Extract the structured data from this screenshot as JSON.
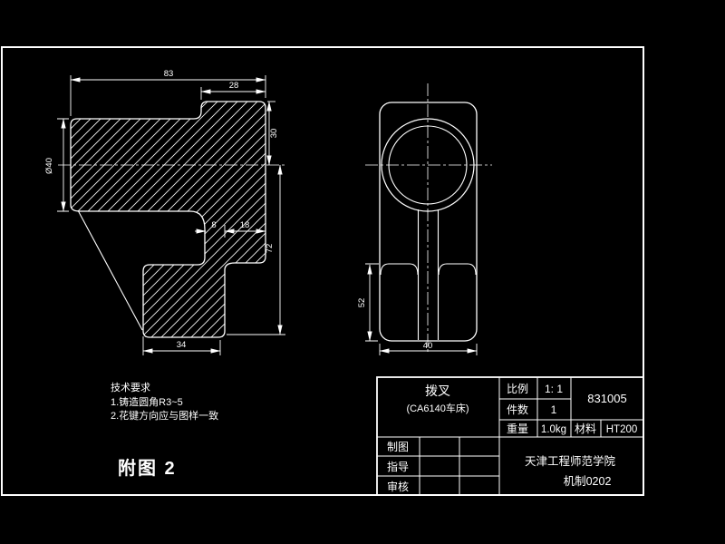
{
  "title_block": {
    "part_name": "拨叉",
    "part_model": "(CA6140车床)",
    "scale_label": "比例",
    "scale_value": "1: 1",
    "quantity_label": "件数",
    "quantity_value": "1",
    "weight_label": "重量",
    "weight_value": "1.0kg",
    "material_label": "材料",
    "material_value": "HT200",
    "drawing_number": "831005",
    "drafter_label": "制图",
    "advisor_label": "指导",
    "reviewer_label": "审核",
    "institution": "天津工程师范学院",
    "class_id": "机制0202"
  },
  "notes": {
    "title": "技术要求",
    "item1": "1.铸造圆角R3~5",
    "item2": "2.花键方向应与图样一致"
  },
  "caption": "附图 2",
  "dims": {
    "front": {
      "width_total": "83",
      "width_step": "28",
      "bore_dia": "Ø40",
      "height_step": "30",
      "height_lower": "72",
      "notch_width": "8",
      "arm_width": "18",
      "base_width": "34"
    },
    "side": {
      "foot_height": "52",
      "base_width": "40"
    }
  },
  "colors": {
    "background": "#000000",
    "line": "#ffffff"
  }
}
